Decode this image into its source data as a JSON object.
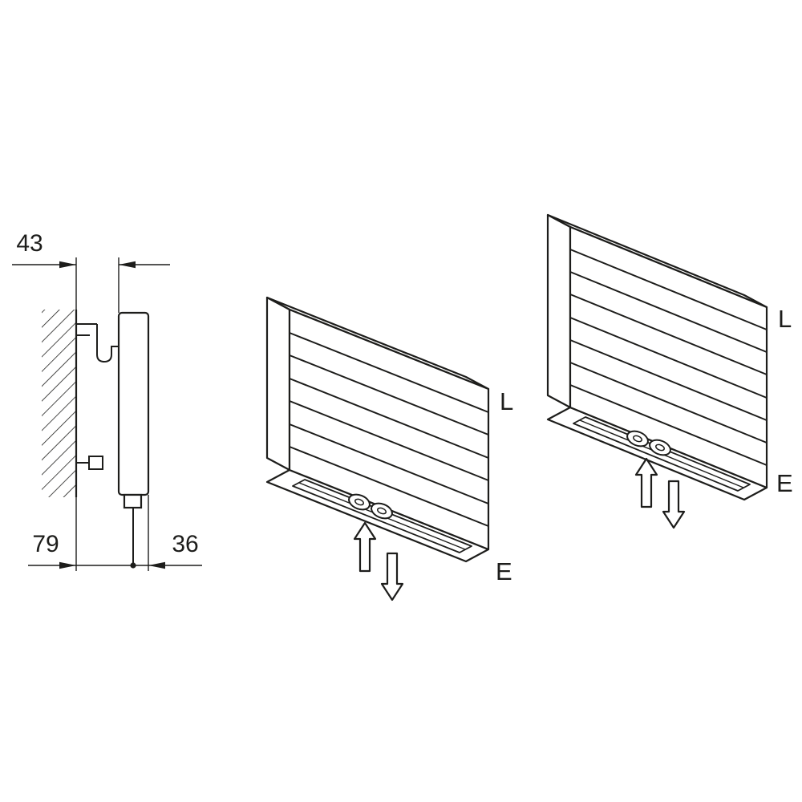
{
  "colors": {
    "background": "#ffffff",
    "line": "#1d1d1b"
  },
  "side_view": {
    "dim_wall_gap": "43",
    "dim_wall_to_pipe": "79",
    "dim_pipe_to_front": "36"
  },
  "iso_view_1": {
    "label_L": "L",
    "label_E": "E"
  },
  "iso_view_2": {
    "label_L": "L",
    "label_E": "E"
  }
}
